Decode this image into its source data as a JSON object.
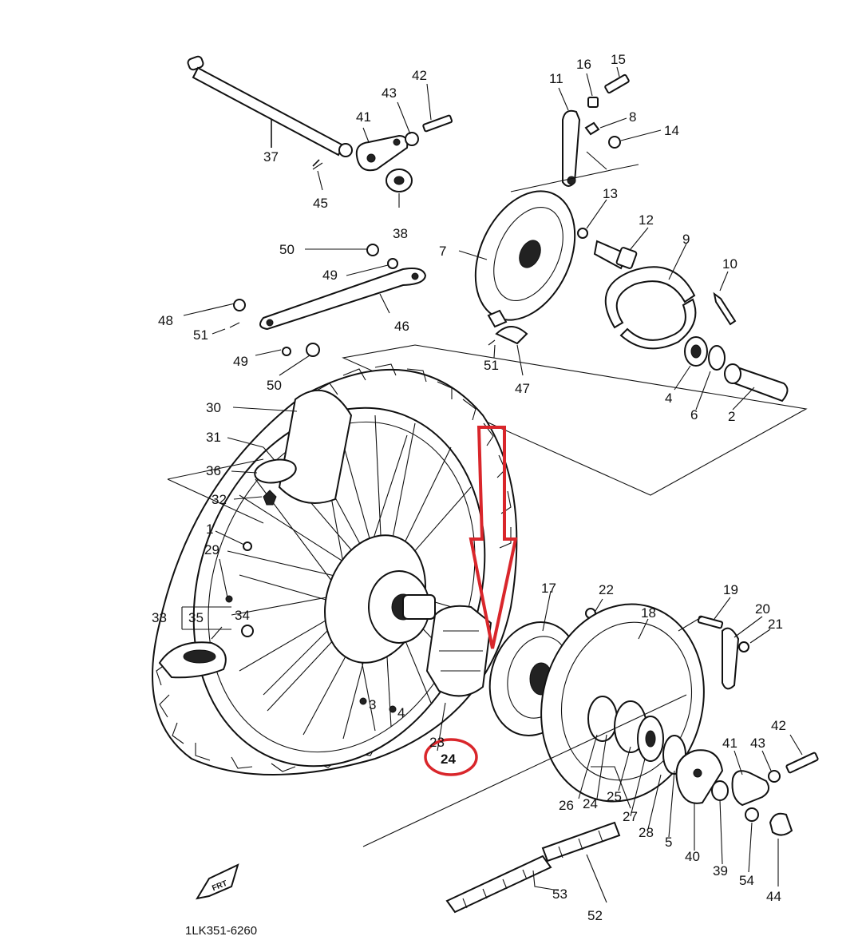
{
  "diagram_code": "1LK351-6260",
  "front_badge": "FRT",
  "highlight": {
    "label": "24",
    "arrow_color": "#d9262b",
    "circle_color": "#d9262b"
  },
  "labels": {
    "l37": "37",
    "l41a": "41",
    "l43a": "43",
    "l42a": "42",
    "l45": "45",
    "l38": "38",
    "l11": "11",
    "l16": "16",
    "l15": "15",
    "l8": "8",
    "l14": "14",
    "l13": "13",
    "l12": "12",
    "l7": "7",
    "l9": "9",
    "l10": "10",
    "l50a": "50",
    "l49a": "49",
    "l48": "48",
    "l51a": "51",
    "l46": "46",
    "l49b": "49",
    "l50b": "50",
    "l51b": "51",
    "l47": "47",
    "l4a": "4",
    "l6": "6",
    "l2": "2",
    "l30": "30",
    "l31": "31",
    "l36": "36",
    "l32": "32",
    "l1": "1",
    "l29": "29",
    "l33": "33",
    "l35": "35",
    "l34": "34",
    "l3": "3",
    "l4b": "4",
    "l23": "23",
    "l17": "17",
    "l22": "22",
    "l18": "18",
    "l19": "19",
    "l20": "20",
    "l21": "21",
    "l41b": "41",
    "l43b": "43",
    "l42b": "42",
    "l26": "26",
    "l24b": "24",
    "l25": "25",
    "l27": "27",
    "l28": "28",
    "l5": "5",
    "l40": "40",
    "l39": "39",
    "l54": "54",
    "l44": "44",
    "l53": "53",
    "l52": "52"
  }
}
